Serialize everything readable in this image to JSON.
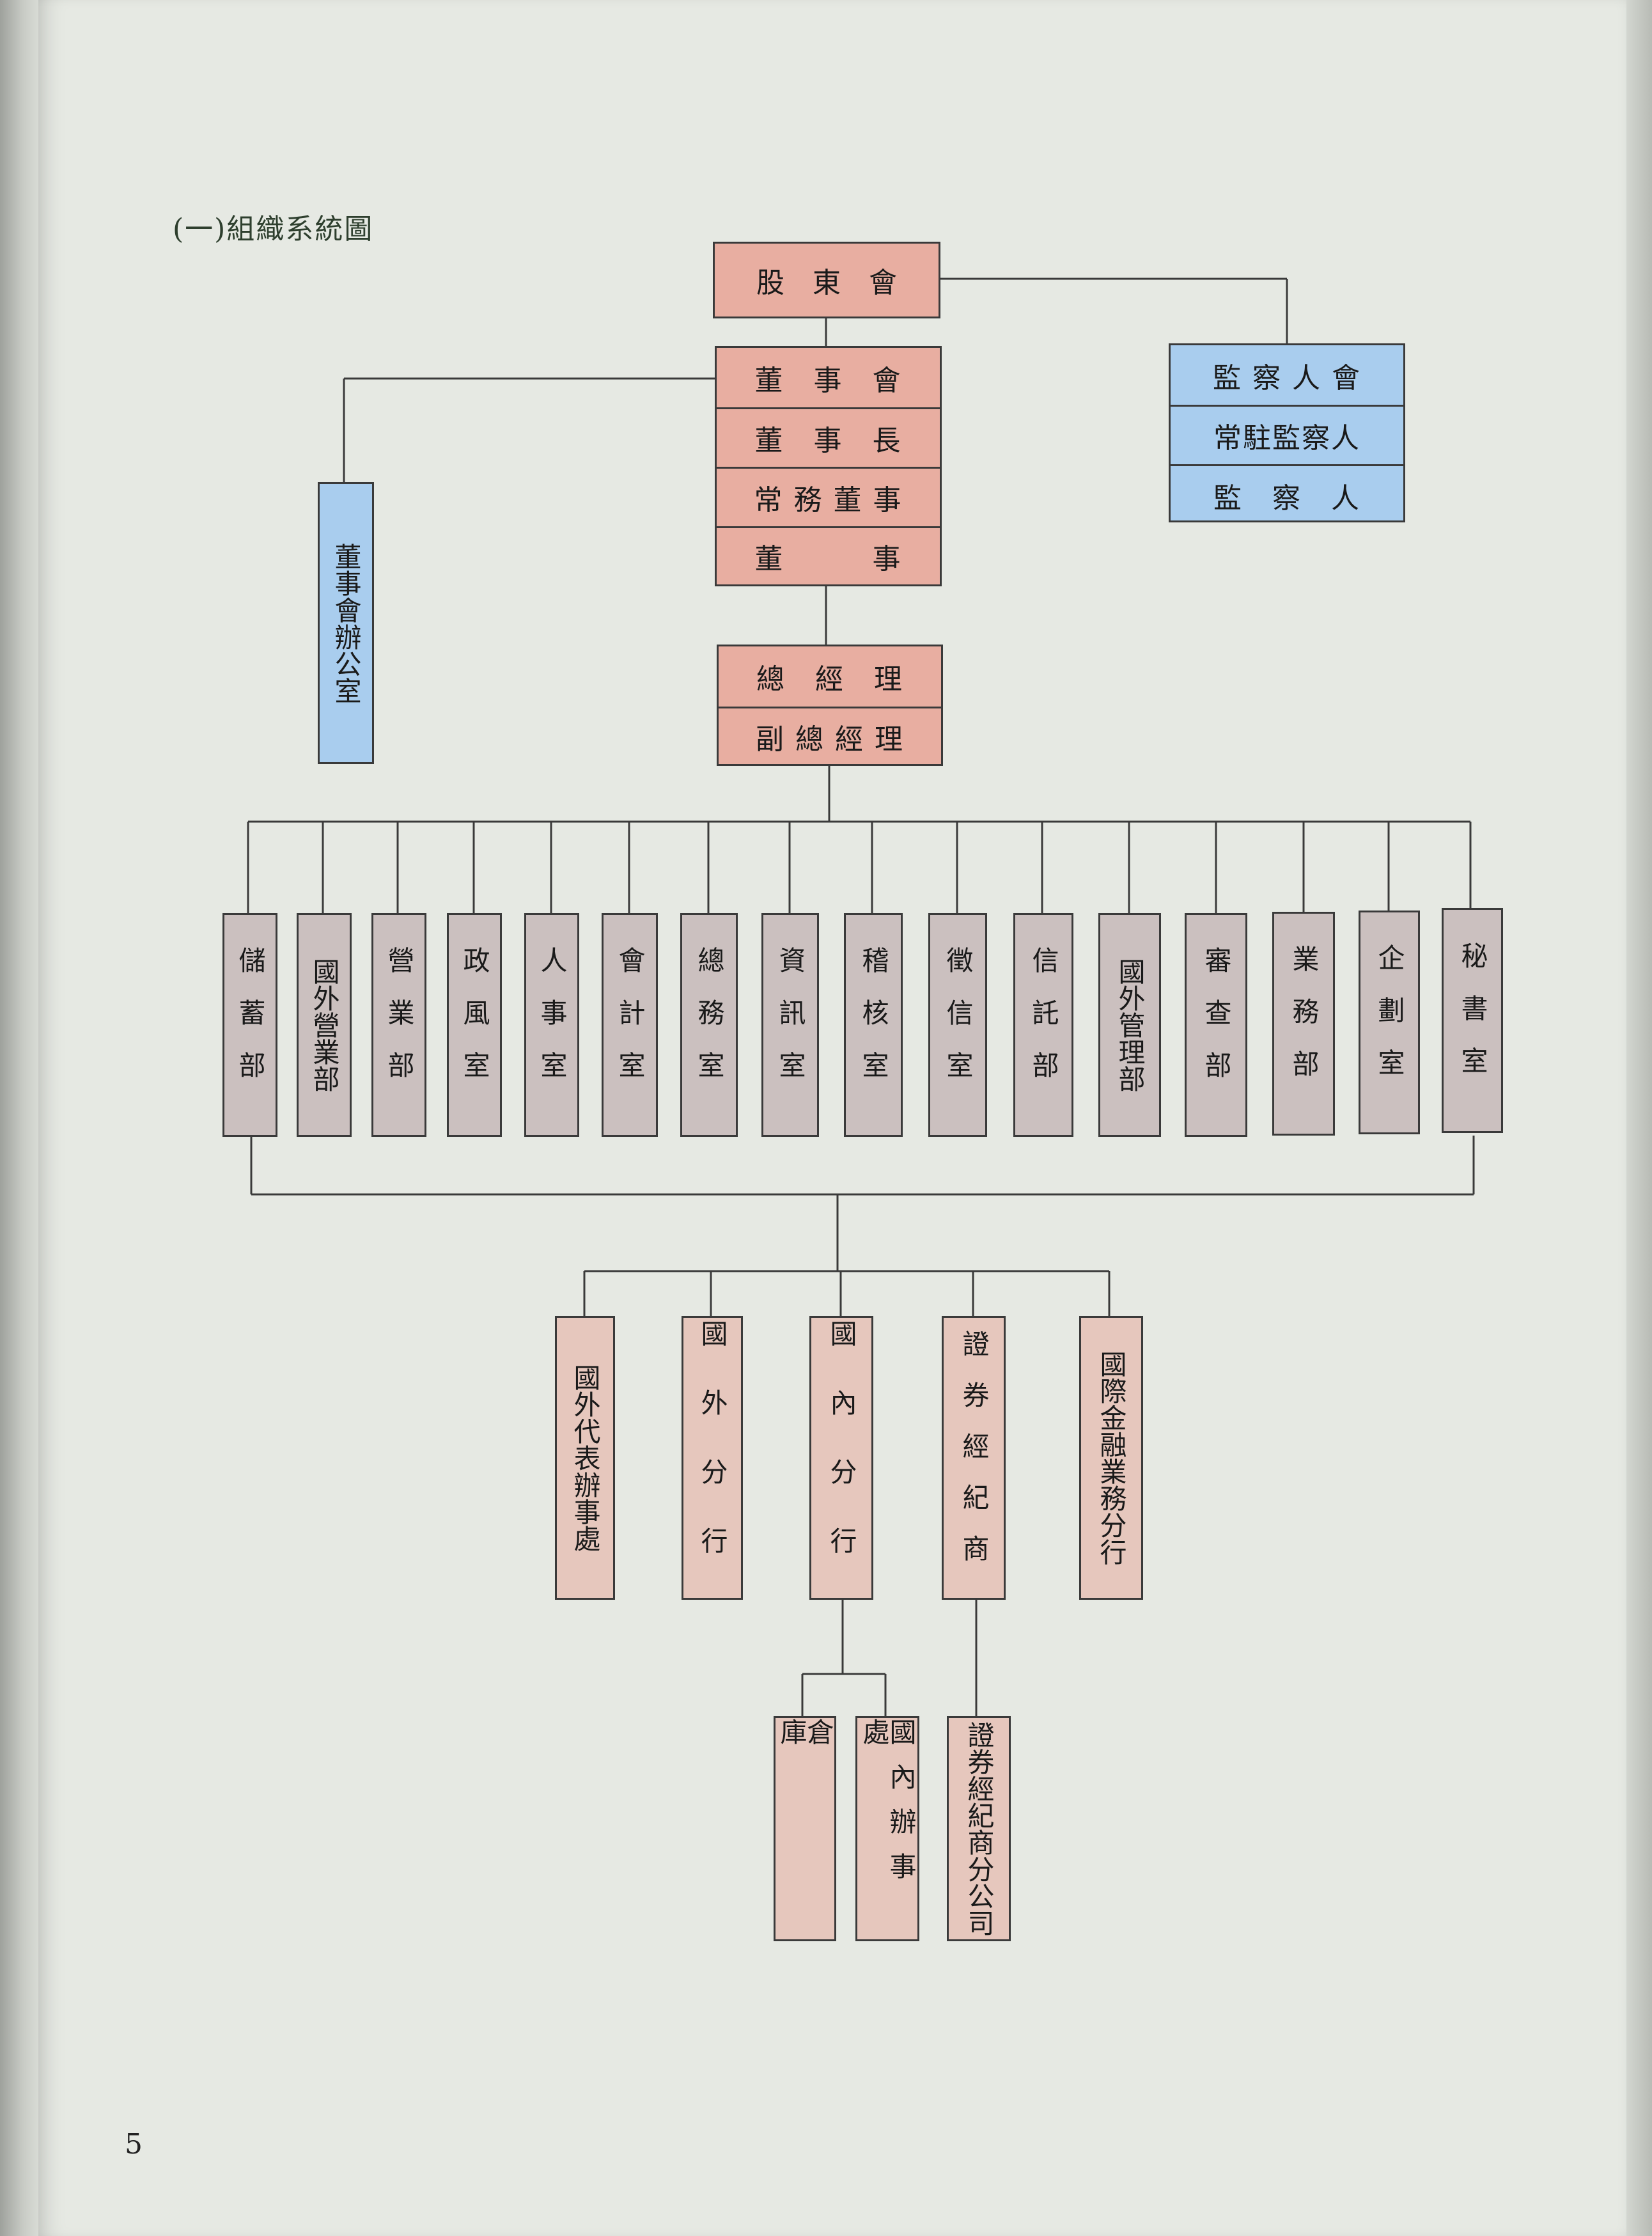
{
  "title": "(一)組織系統圖",
  "page_number": "5",
  "nodes": {
    "shareholders_meeting": "股　東　會",
    "supervisors": [
      "監 察 人 會",
      "常駐監察人",
      "監　察　人"
    ],
    "board": [
      "董　事　會",
      "董　事　長",
      "常 務 董 事",
      "董　　　事"
    ],
    "board_office": "董事會辦公室",
    "management": [
      "總　經　理",
      "副 總 經 理"
    ],
    "departments": [
      "儲蓄部",
      "國外營業部",
      "營業部",
      "政風室",
      "人事室",
      "會計室",
      "總務室",
      "資訊室",
      "稽核室",
      "徵信室",
      "信託部",
      "國外管理部",
      "審查部",
      "業務部",
      "企劃室",
      "秘書室"
    ],
    "branches": [
      "國外代表辦事處",
      "國外分行",
      "國內分行",
      "證券經紀商",
      "國際金融業務分行"
    ],
    "sub_units": [
      "倉庫",
      "國內辦事處",
      "證券經紀商分公司"
    ]
  },
  "colors": {
    "top_red": "#e8aea1",
    "supervisor_blue": "#a9cdee",
    "department_gray": "#cbc0bf",
    "branch_pink": "#e6c7bd",
    "line": "#3a3a3a"
  }
}
